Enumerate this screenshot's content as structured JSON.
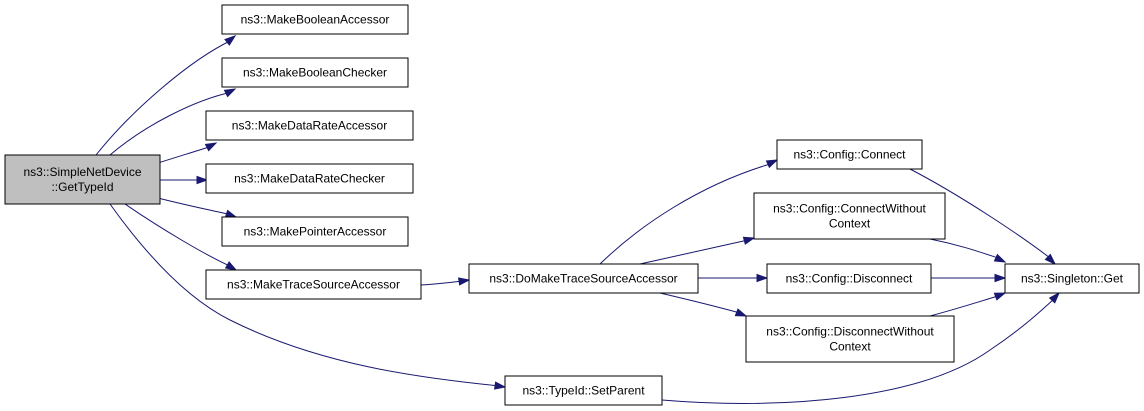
{
  "colors": {
    "root_fill": "#bfbfbf",
    "node_fill": "#ffffff",
    "node_border": "#000000",
    "edge": "#191970"
  },
  "nodes": [
    {
      "id": "get_type_id",
      "lines": [
        "ns3::SimpleNetDevice",
        "::GetTypeId"
      ],
      "root": true
    },
    {
      "id": "make_boolean_accessor",
      "lines": [
        "ns3::MakeBooleanAccessor"
      ]
    },
    {
      "id": "make_boolean_checker",
      "lines": [
        "ns3::MakeBooleanChecker"
      ]
    },
    {
      "id": "make_data_rate_accessor",
      "lines": [
        "ns3::MakeDataRateAccessor"
      ]
    },
    {
      "id": "make_data_rate_checker",
      "lines": [
        "ns3::MakeDataRateChecker"
      ]
    },
    {
      "id": "make_pointer_accessor",
      "lines": [
        "ns3::MakePointerAccessor"
      ]
    },
    {
      "id": "make_trace_source_accessor",
      "lines": [
        "ns3::MakeTraceSourceAccessor"
      ]
    },
    {
      "id": "do_make_trace_source_accessor",
      "lines": [
        "ns3::DoMakeTraceSourceAccessor"
      ]
    },
    {
      "id": "config_connect",
      "lines": [
        "ns3::Config::Connect"
      ]
    },
    {
      "id": "config_connect_without_context",
      "lines": [
        "ns3::Config::ConnectWithout",
        "Context"
      ]
    },
    {
      "id": "config_disconnect",
      "lines": [
        "ns3::Config::Disconnect"
      ]
    },
    {
      "id": "config_disconnect_without_context",
      "lines": [
        "ns3::Config::DisconnectWithout",
        "Context"
      ]
    },
    {
      "id": "singleton_get",
      "lines": [
        "ns3::Singleton::Get"
      ]
    },
    {
      "id": "type_id_set_parent",
      "lines": [
        "ns3::TypeId::SetParent"
      ]
    }
  ],
  "edges": [
    {
      "from": "get_type_id",
      "to": "make_boolean_accessor"
    },
    {
      "from": "get_type_id",
      "to": "make_boolean_checker"
    },
    {
      "from": "get_type_id",
      "to": "make_data_rate_accessor"
    },
    {
      "from": "get_type_id",
      "to": "make_data_rate_checker"
    },
    {
      "from": "get_type_id",
      "to": "make_pointer_accessor"
    },
    {
      "from": "get_type_id",
      "to": "make_trace_source_accessor"
    },
    {
      "from": "get_type_id",
      "to": "type_id_set_parent"
    },
    {
      "from": "make_trace_source_accessor",
      "to": "do_make_trace_source_accessor"
    },
    {
      "from": "do_make_trace_source_accessor",
      "to": "config_connect"
    },
    {
      "from": "do_make_trace_source_accessor",
      "to": "config_connect_without_context"
    },
    {
      "from": "do_make_trace_source_accessor",
      "to": "config_disconnect"
    },
    {
      "from": "do_make_trace_source_accessor",
      "to": "config_disconnect_without_context"
    },
    {
      "from": "config_connect",
      "to": "singleton_get"
    },
    {
      "from": "config_connect_without_context",
      "to": "singleton_get"
    },
    {
      "from": "config_disconnect",
      "to": "singleton_get"
    },
    {
      "from": "config_disconnect_without_context",
      "to": "singleton_get"
    },
    {
      "from": "type_id_set_parent",
      "to": "singleton_get"
    }
  ]
}
